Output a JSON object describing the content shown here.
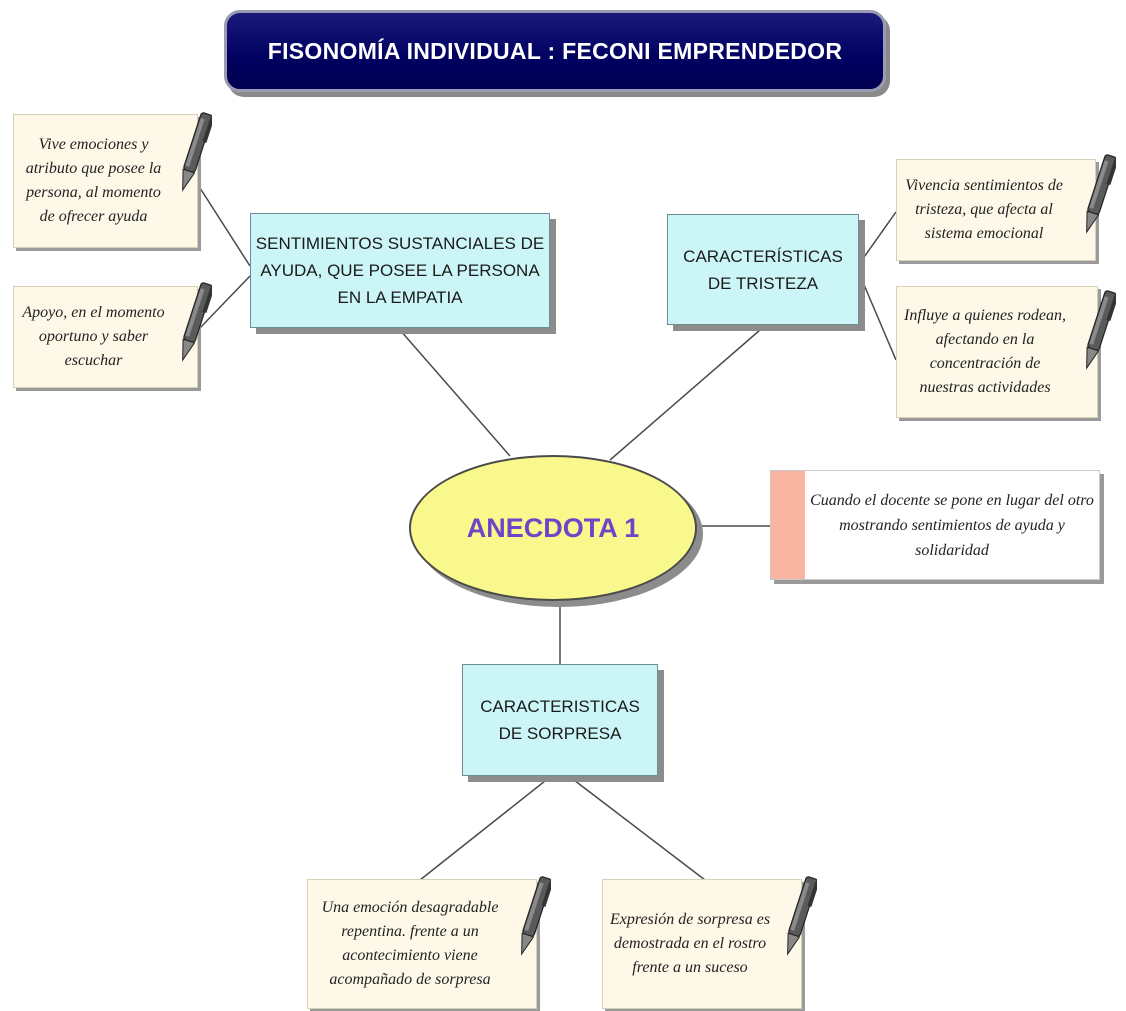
{
  "title": "FISONOMÍA INDIVIDUAL : FECONI EMPRENDEDOR",
  "center": "ANECDOTA 1",
  "concepts": {
    "sentimientos": "SENTIMIENTOS SUSTANCIALES DE AYUDA, QUE POSEE LA PERSONA EN LA EMPATIA",
    "tristeza": "CARACTERÍSTICAS DE TRISTEZA",
    "sorpresa": "CARACTERISTICAS DE SORPRESA"
  },
  "notes": {
    "vive": "Vive emociones y atributo que posee la persona, al momento de ofrecer ayuda",
    "apoyo": "Apoyo, en el momento oportuno y saber escuchar",
    "vivencia": "Vivencia sentimientos de tristeza, que afecta al sistema emocional",
    "influye": "Influye a quienes rodean, afectando en la concentración de nuestras actividades",
    "emocion": "Una emoción desagradable repentina. frente a un acontecimiento viene acompañado de sorpresa",
    "expresion": "Expresión de sorpresa es demostrada en el rostro frente a un suceso"
  },
  "quote": "Cuando el docente se pone en lugar del otro mostrando sentimientos de ayuda y solidaridad",
  "colors": {
    "title_bg": "#000060",
    "concept_bg": "#ccf5f7",
    "ellipse_bg": "#f9f88d",
    "ellipse_text": "#6e45c8",
    "note_bg": "#fdf8e8",
    "quote_stripe": "#f9b4a2"
  }
}
